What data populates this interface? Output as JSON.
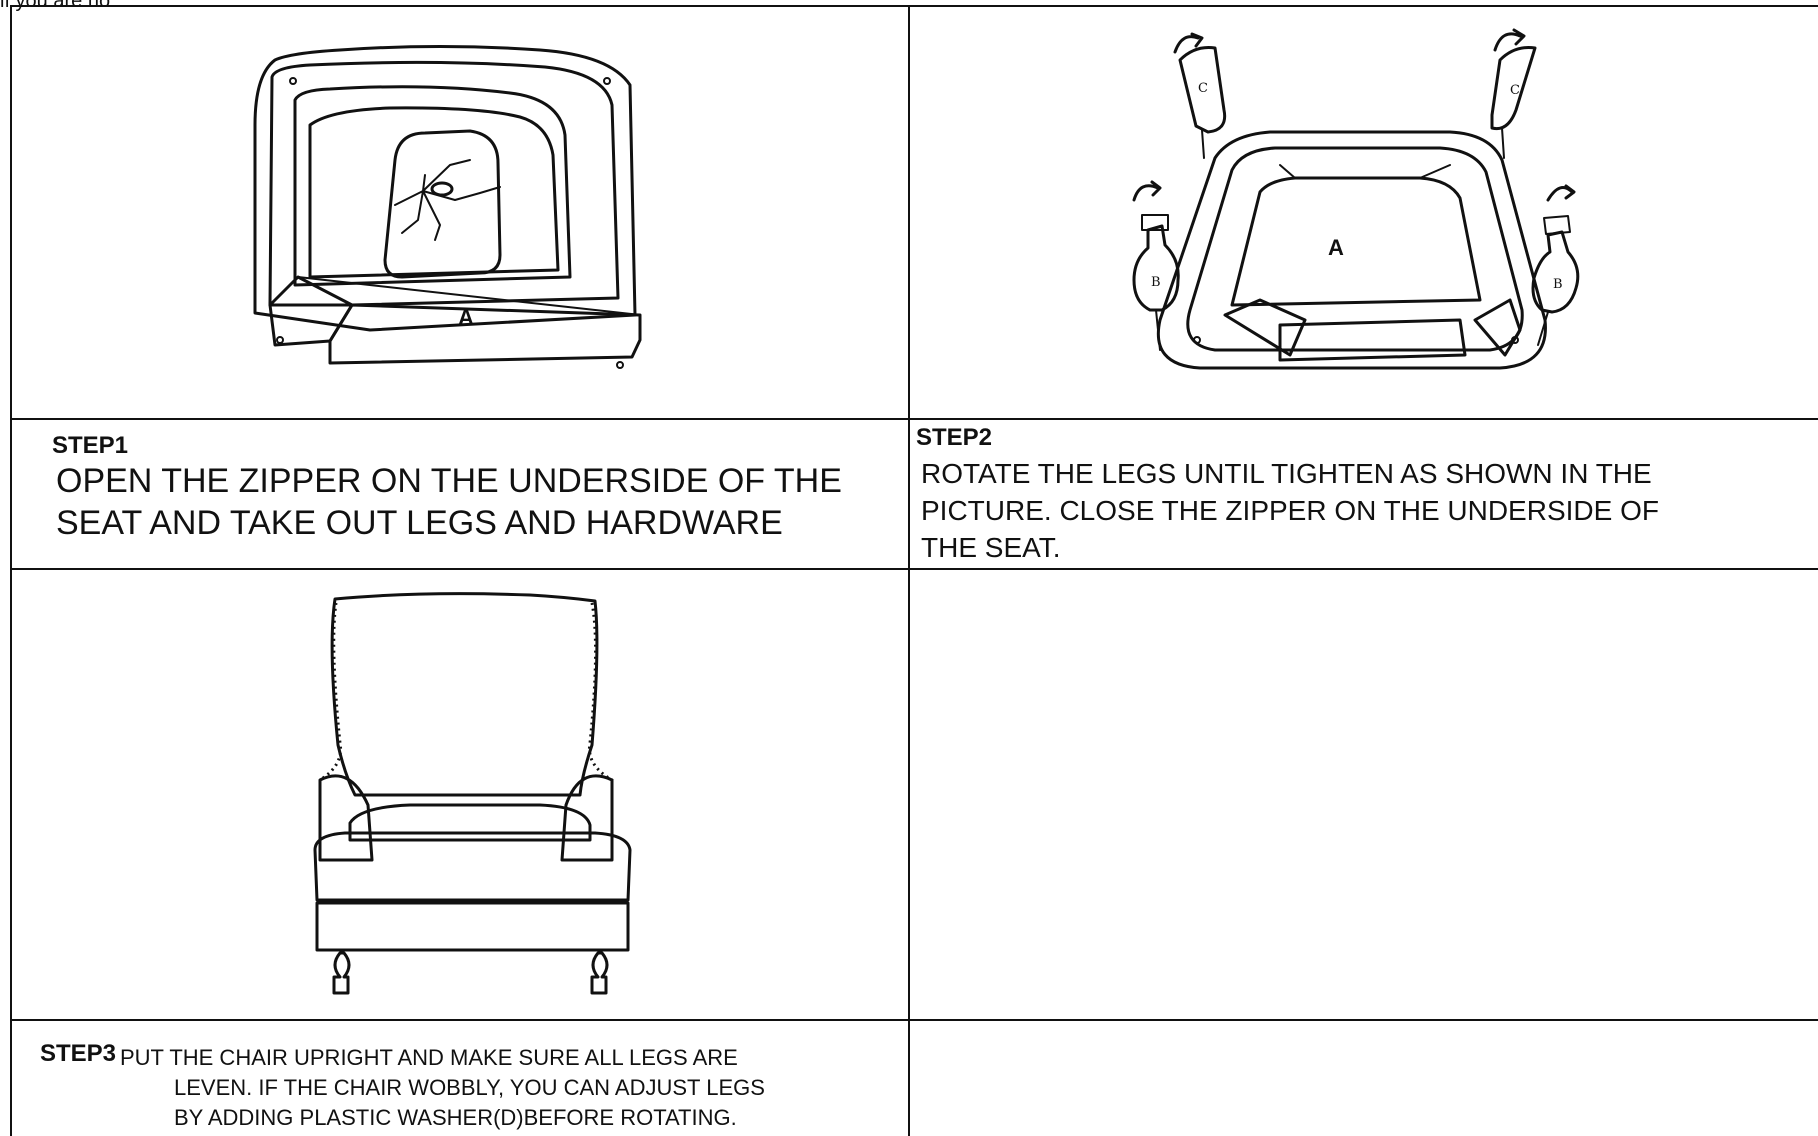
{
  "top_note": "if you are no",
  "steps": [
    {
      "title": "STEP1",
      "text": "OPEN THE ZIPPER ON THE UNDERSIDE OF THE\nSEAT AND TAKE OUT LEGS AND HARDWARE",
      "figure_label": "A"
    },
    {
      "title": "STEP2",
      "text": "ROTATE THE LEGS UNTIL TIGHTEN AS SHOWN IN THE\nPICTURE. CLOSE THE ZIPPER ON THE UNDERSIDE OF\nTHE SEAT.",
      "figure_labels": {
        "seat": "A",
        "front_leg": "B",
        "back_leg": "C"
      }
    },
    {
      "title": "STEP3",
      "text": "PUT THE CHAIR UPRIGHT AND MAKE SURE ALL LEGS ARE\nLEVEN. IF THE CHAIR WOBBLY, YOU CAN ADJUST LEGS\nBY ADDING PLASTIC WASHER(D)BEFORE ROTATING."
    }
  ]
}
